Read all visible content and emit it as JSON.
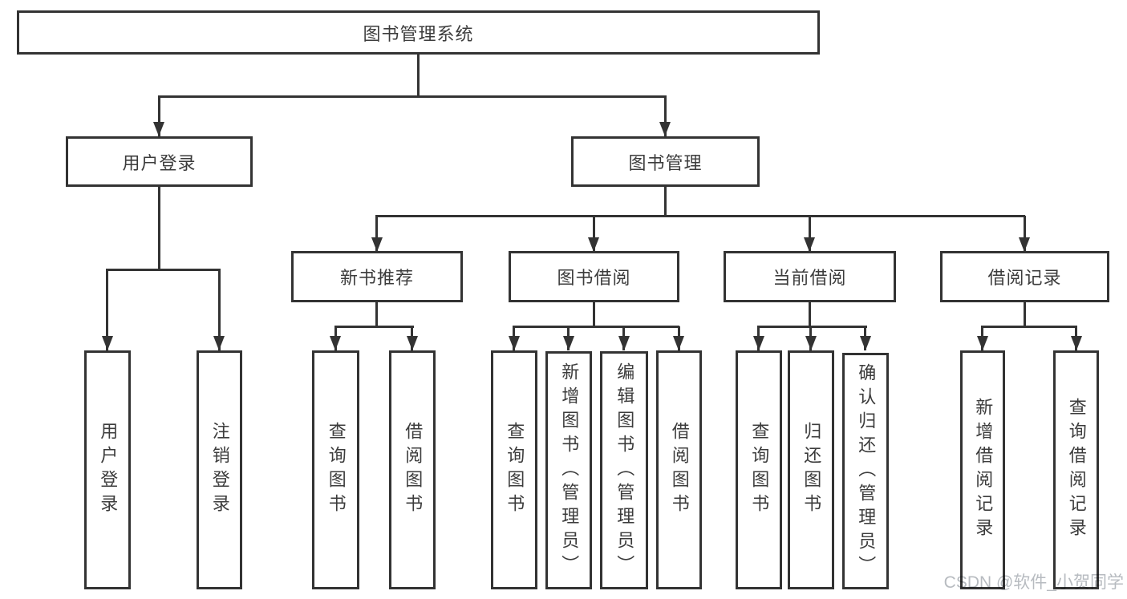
{
  "tree": {
    "root": {
      "label": "图书管理系统"
    },
    "branches": [
      {
        "label": "用户登录",
        "children": [
          {
            "label": "用户登录"
          },
          {
            "label": "注销登录"
          }
        ]
      },
      {
        "label": "图书管理",
        "children": [
          {
            "label": "新书推荐",
            "children": [
              {
                "label": "查询图书"
              },
              {
                "label": "借阅图书"
              }
            ]
          },
          {
            "label": "图书借阅",
            "children": [
              {
                "label": "查询图书"
              },
              {
                "label": "新增图书（管理员）"
              },
              {
                "label": "编辑图书（管理员）"
              },
              {
                "label": "借阅图书"
              }
            ]
          },
          {
            "label": "当前借阅",
            "children": [
              {
                "label": "查询图书"
              },
              {
                "label": "归还图书"
              },
              {
                "label": "确认归还（管理员）"
              }
            ]
          },
          {
            "label": "借阅记录",
            "children": [
              {
                "label": "新增借阅记录"
              },
              {
                "label": "查询借阅记录"
              }
            ]
          }
        ]
      }
    ]
  },
  "watermark": {
    "text": "CSDN @软件_小贺同学"
  },
  "colors": {
    "line": "#333333",
    "text": "#3c3c3c",
    "watermark": "#b7bbc0",
    "background": "#ffffff"
  }
}
